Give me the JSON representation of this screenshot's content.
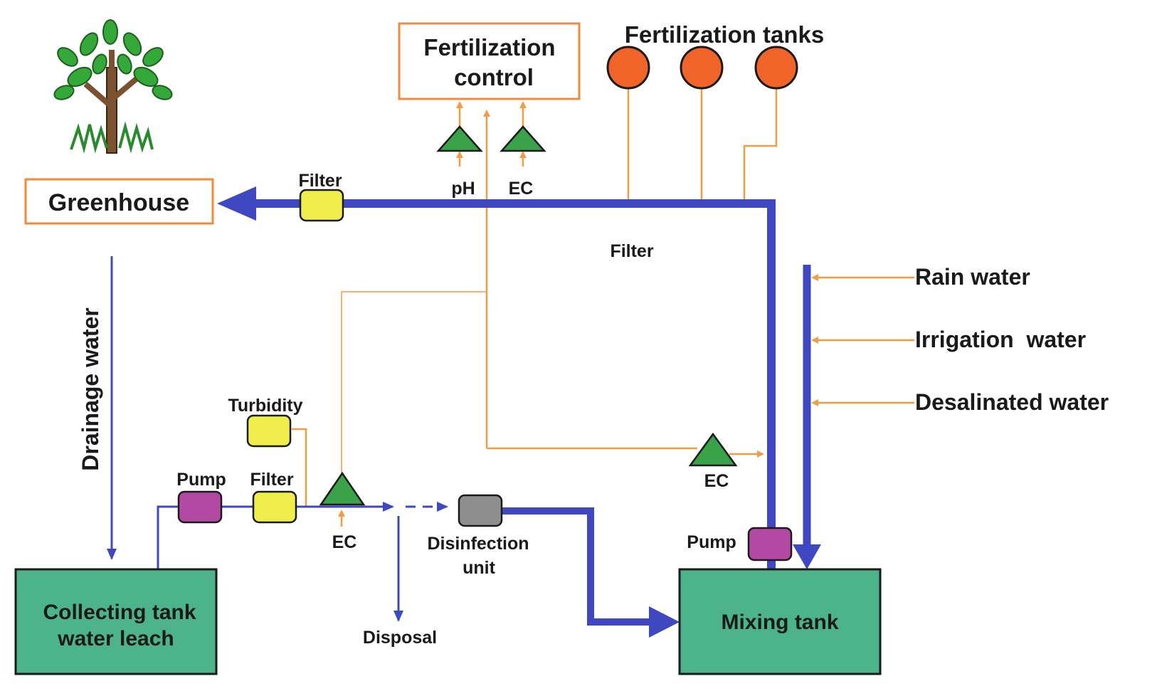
{
  "boxes": {
    "fertilization_control": [
      "Fertilization",
      "control"
    ],
    "greenhouse": "Greenhouse",
    "collecting_tank": [
      "Collecting tank",
      "water leach"
    ],
    "mixing_tank": "Mixing tank"
  },
  "labels": {
    "fertilization_tanks": "Fertilization tanks",
    "filter_top": "Filter",
    "filter_mid": "Filter",
    "filter_bottom": "Filter",
    "ph": "pH",
    "ec_top": "EC",
    "ec_right": "EC",
    "ec_bottom": "EC",
    "turbidity": "Turbidity",
    "pump_left": "Pump",
    "pump_right": "Pump",
    "disinfection": [
      "Disinfection",
      "unit"
    ],
    "disposal": "Disposal",
    "drainage": "Drainage water"
  },
  "water_sources": [
    "Rain water",
    "Irrigation  water",
    "Desalinated water"
  ],
  "colors": {
    "pipe": "#3f48c0",
    "signal": "#f59a45",
    "tank": "#4cb38a",
    "sensor": "#3aa34a",
    "filter": "#f0ee4a",
    "pump": "#b24aa4",
    "disinfection": "#8e8e8e",
    "fert_tank": "#f0642a",
    "box_border": "#f28a3c"
  },
  "icons": {
    "tree": "tree-icon"
  }
}
